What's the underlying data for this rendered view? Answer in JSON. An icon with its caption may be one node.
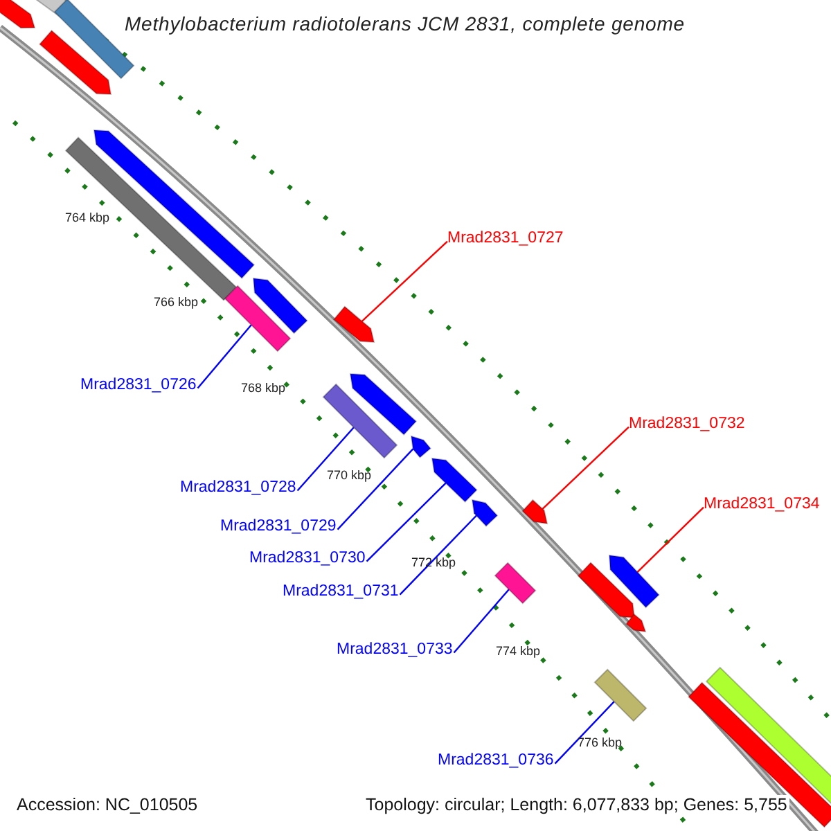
{
  "diagram": {
    "title": "Methylobacterium radiotolerans JCM 2831, complete genome",
    "nodes": [
      {
        "text": [
          "Mrad2831_0727"
        ]
      },
      {
        "text": [
          "Mrad2831_0726"
        ]
      },
      {
        "text": [
          "Mrad2831_0732"
        ]
      },
      {
        "text": [
          "Mrad2831_0728"
        ]
      },
      {
        "text": [
          "Mrad2831_0734"
        ]
      },
      {
        "text": [
          "Mrad2831_0729"
        ]
      },
      {
        "text": [
          "Mrad2831_0730"
        ]
      },
      {
        "text": [
          "Mrad2831_0731"
        ]
      },
      {
        "text": [
          "Mrad2831_0733"
        ]
      },
      {
        "text": [
          "Mrad2831_0736"
        ]
      },
      {
        "text": [],
        "shape": "bar"
      },
      {
        "text": [],
        "shape": "bar"
      },
      {
        "text": [],
        "shape": "bar"
      },
      {
        "text": [],
        "shape": "bar"
      },
      {
        "text": [],
        "shape": "bar"
      },
      {
        "text": [],
        "shape": "bar"
      },
      {
        "text": [],
        "shape": "bar"
      },
      {
        "text": [],
        "shape": "bar"
      },
      {
        "text": [],
        "shape": "bar"
      },
      {
        "text": [],
        "shape": "bar"
      },
      {
        "text": [],
        "shape": "bar"
      },
      {
        "text": [],
        "shape": "bar"
      },
      {
        "text": [],
        "shape": "bar"
      },
      {
        "text": [],
        "shape": "bar"
      },
      {
        "text": [],
        "shape": "bar"
      },
      {
        "text": [],
        "shape": "bar"
      },
      {
        "text": [],
        "shape": "bar"
      },
      {
        "text": [],
        "shape": "bar"
      },
      {
        "text": [],
        "shape": "bar"
      },
      {
        "text": [],
        "shape": "bar"
      },
      {
        "text": [],
        "shape": "bar"
      },
      {
        "text": [],
        "shape": "bar"
      }
    ],
    "edges": [
      {
        "from": 0,
        "to": 18,
        "arrow": "none",
        "color": "#ff0000"
      },
      {
        "from": 1,
        "to": 17,
        "arrow": "none"
      },
      {
        "from": 2,
        "to": 24,
        "arrow": "none",
        "color": "#ff0000"
      },
      {
        "from": 3,
        "to": 20,
        "arrow": "none"
      },
      {
        "from": 4,
        "to": 25,
        "arrow": "none",
        "color": "#ff0000"
      },
      {
        "from": 5,
        "to": 21,
        "arrow": "none"
      },
      {
        "from": 6,
        "to": 22,
        "arrow": "none"
      },
      {
        "from": 7,
        "to": 23,
        "arrow": "none"
      },
      {
        "from": 8,
        "to": 27,
        "arrow": "none"
      },
      {
        "from": 9,
        "to": 29,
        "arrow": "none"
      }
    ],
    "labels": [
      "764 kbp",
      "766 kbp",
      "768 kbp",
      "770 kbp",
      "772 kbp",
      "774 kbp",
      "776 kbp",
      "Accession: NC_010505",
      "Topology: circular; Length: 6,077,833 bp; Genes: 5,755"
    ]
  }
}
